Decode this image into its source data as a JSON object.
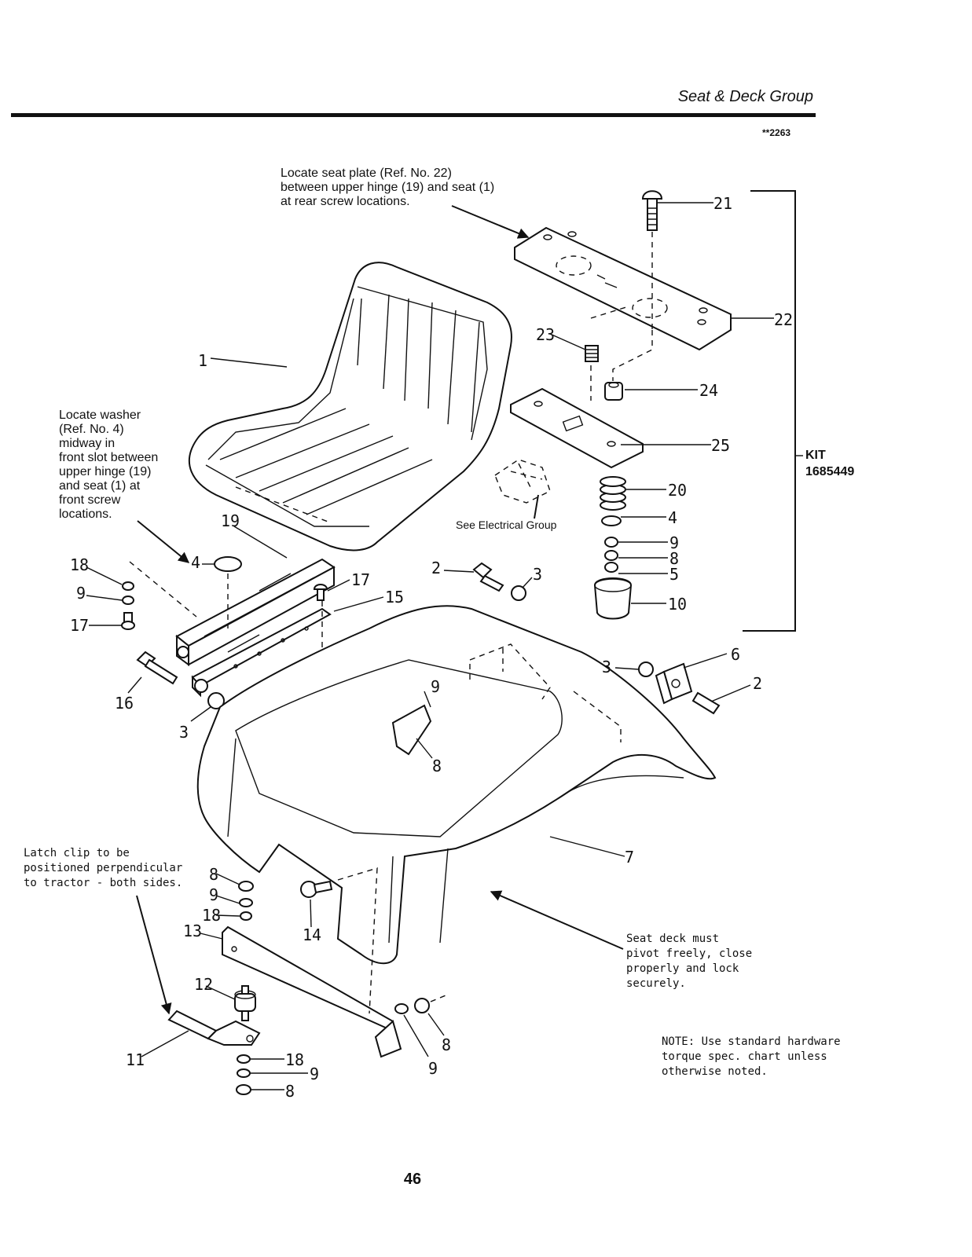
{
  "header": {
    "section_title": "Seat & Deck Group",
    "diagram_code": "**2263"
  },
  "notes": {
    "seat_plate": [
      "Locate seat plate (Ref. No. 22)",
      "between upper hinge (19) and seat (1)",
      "at rear screw locations."
    ],
    "washer": [
      "Locate washer",
      "(Ref. No. 4)",
      "midway in",
      "front slot between",
      "upper hinge (19)",
      "and seat (1) at",
      "front screw",
      "locations."
    ],
    "latch_clip": [
      "Latch clip to be",
      "positioned perpendicular",
      "to tractor - both sides."
    ],
    "seat_deck": [
      "Seat deck must",
      "pivot freely, close",
      "properly and lock",
      "securely."
    ],
    "torque": [
      "NOTE: Use standard hardware",
      "torque spec. chart unless",
      "otherwise noted."
    ],
    "electrical": "See Electrical Group"
  },
  "kit": {
    "label": "KIT",
    "number": "1685449"
  },
  "callouts": {
    "c1": "1",
    "c2a": "2",
    "c2b": "2",
    "c3a": "3",
    "c3b": "3",
    "c3c": "3",
    "c4a": "4",
    "c4b": "4",
    "c5": "5",
    "c6": "6",
    "c7": "7",
    "c8a": "8",
    "c8b": "8",
    "c8c": "8",
    "c8d": "8",
    "c8e": "8",
    "c9a": "9",
    "c9b": "9",
    "c9c": "9",
    "c9d": "9",
    "c9e": "9",
    "c9f": "9",
    "c10": "10",
    "c11": "11",
    "c12": "12",
    "c13": "13",
    "c14": "14",
    "c15": "15",
    "c16": "16",
    "c17a": "17",
    "c17b": "17",
    "c18a": "18",
    "c18b": "18",
    "c18c": "18",
    "c19": "19",
    "c20": "20",
    "c21": "21",
    "c22": "22",
    "c23": "23",
    "c24": "24",
    "c25": "25"
  },
  "page_number": "46"
}
